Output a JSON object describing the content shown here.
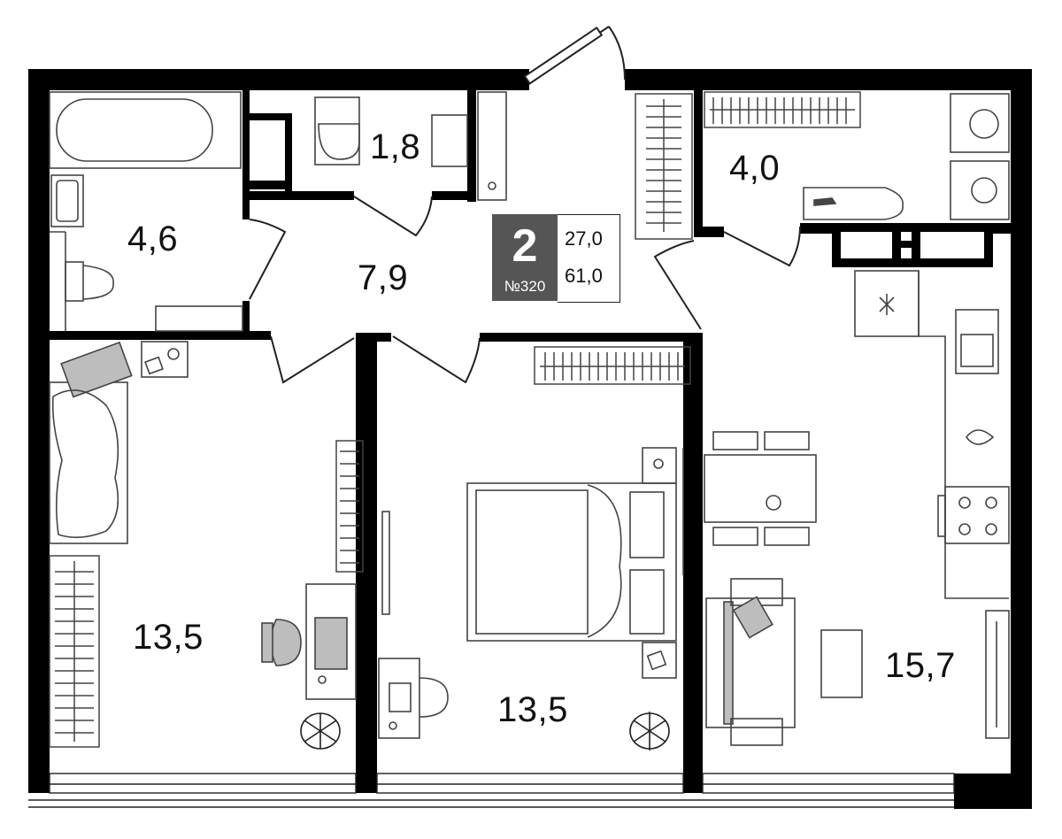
{
  "apartment": {
    "rooms_count": "2",
    "number": "№320",
    "living_area": "27,0",
    "total_area": "61,0"
  },
  "rooms": {
    "bathroom": "4,6",
    "toilet": "1,8",
    "hall": "7,9",
    "storage": "4,0",
    "bedroom_left": "13,5",
    "bedroom_middle": "13,5",
    "kitchen_living": "15,7"
  },
  "colors": {
    "wall": "#000000",
    "badge": "#555555",
    "fixture_line": "#444444",
    "furniture_fill": "#bdbdbd"
  }
}
